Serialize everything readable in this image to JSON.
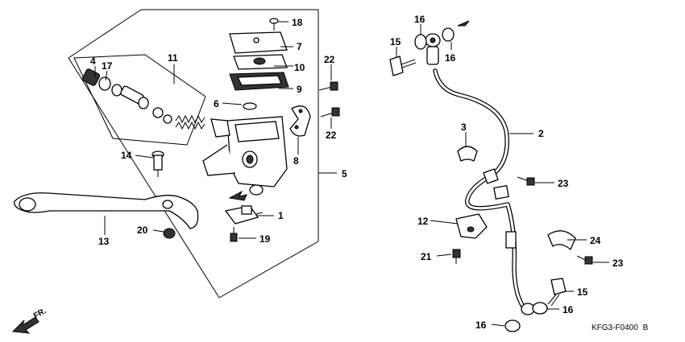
{
  "diagram_code": "KFG3-F0400",
  "revision": "B",
  "direction_label": "FR.",
  "callouts": {
    "c1": "1",
    "c2": "2",
    "c3": "3",
    "c4": "4",
    "c5": "5",
    "c6": "6",
    "c7": "7",
    "c8": "8",
    "c9": "9",
    "c10": "10",
    "c11": "11",
    "c12": "12",
    "c13": "13",
    "c14": "14",
    "c15a": "15",
    "c15b": "15",
    "c16a": "16",
    "c16b": "16",
    "c16c": "16",
    "c16d": "16",
    "c17": "17",
    "c18": "18",
    "c19": "19",
    "c20": "20",
    "c21": "21",
    "c22a": "22",
    "c22b": "22",
    "c23a": "23",
    "c23b": "23",
    "c24": "24"
  }
}
